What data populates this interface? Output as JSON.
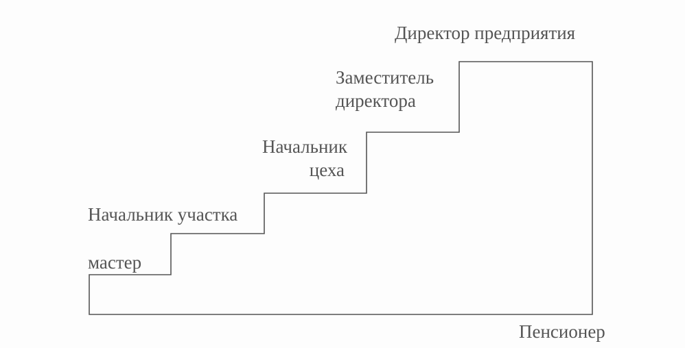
{
  "diagram": {
    "steps": [
      {
        "id": "master",
        "lines": [
          "мастер"
        ]
      },
      {
        "id": "section_head",
        "lines": [
          "Начальник участка"
        ]
      },
      {
        "id": "shop_head",
        "lines": [
          "Начальник",
          "цеха"
        ]
      },
      {
        "id": "deputy",
        "lines": [
          "Заместитель",
          "директора"
        ]
      },
      {
        "id": "director",
        "lines": [
          "Директор предприятия"
        ]
      },
      {
        "id": "pensioner",
        "lines": [
          "Пенсионер"
        ]
      }
    ],
    "line_color": "#555555"
  }
}
